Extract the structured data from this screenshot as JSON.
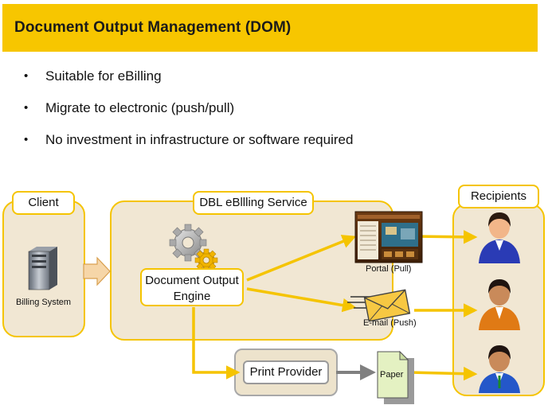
{
  "header": {
    "title": "Document Output Management (DOM)",
    "bar_color": "#f7c600"
  },
  "bullets": [
    "Suitable for eBilling",
    "Migrate to electronic (push/pull)",
    "No investment in infrastructure or software required"
  ],
  "diagram": {
    "client_label": "Client",
    "billing_system_label": "Billing System",
    "service_label": "DBL eBllling Service",
    "engine_label": "Document Output Engine",
    "portal_label": "Portal (Pull)",
    "email_label": "E-mail (Push)",
    "print_provider_label": "Print Provider",
    "paper_label": "Paper",
    "recipients_label": "Recipients",
    "accent_color": "#f5c400",
    "region_fill": "#f1e7d3"
  },
  "icons": [
    "server-icon",
    "gears-icon",
    "portal-screenshot-icon",
    "envelope-icon",
    "paper-document-icon",
    "person-icon"
  ]
}
